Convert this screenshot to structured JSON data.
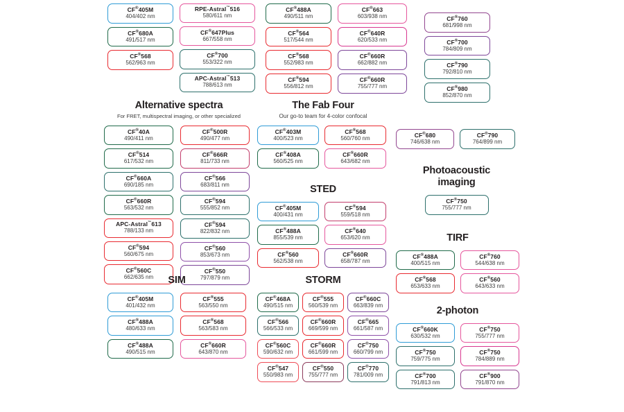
{
  "palette": {
    "blue": "#2e9bd6",
    "green": "#1f6a49",
    "teal": "#2c6f6b",
    "red": "#e8292f",
    "red_soft": "#ef4b55",
    "pink": "#e5559c",
    "magenta": "#d8368f",
    "purple": "#7d4699",
    "violet": "#8e4fa8",
    "plum": "#92458f",
    "maroon": "#8c3a5a",
    "dark_text": "#231f20",
    "sub_text": "#3b3b3b",
    "background": "#ffffff"
  },
  "sections": {
    "top_row": {
      "title": "",
      "subtitle": "",
      "columns": [
        {
          "name": "top-col-1",
          "chips": [
            {
              "name": "CF",
              "reg": "®",
              "num": "405M",
              "tm": "",
              "spec": "404/402 nm",
              "color": "#2e9bd6"
            },
            {
              "name": "CF",
              "reg": "®",
              "num": "680A",
              "tm": "",
              "spec": "491/517 nm",
              "color": "#1f6a49"
            },
            {
              "name": "CF",
              "reg": "®",
              "num": "568",
              "tm": "",
              "spec": "562/963 nm",
              "color": "#e8292f"
            }
          ]
        },
        {
          "name": "top-col-2",
          "chips": [
            {
              "name": "RPE-Astral",
              "reg": "",
              "num": "516",
              "tm": "™",
              "spec": "580/611 nm",
              "color": "#e5559c"
            },
            {
              "name": "CF",
              "reg": "®",
              "num": "647Plus",
              "tm": "",
              "spec": "667/558 nm",
              "color": "#e5559c"
            },
            {
              "name": "CF",
              "reg": "®",
              "num": "700",
              "tm": "",
              "spec": "553/322 nm",
              "color": "#2c6f6b"
            },
            {
              "name": "APC-Astral",
              "reg": "",
              "num": "513",
              "tm": "™",
              "spec": "788/613 nm",
              "color": "#2c6f6b"
            }
          ]
        },
        {
          "name": "top-col-3",
          "chips": [
            {
              "name": "CF",
              "reg": "®",
              "num": "488A",
              "tm": "",
              "spec": "490/511 nm",
              "color": "#1f6a49"
            },
            {
              "name": "CF",
              "reg": "®",
              "num": "564",
              "tm": "",
              "spec": "517/544 nm",
              "color": "#e8292f"
            },
            {
              "name": "CF",
              "reg": "®",
              "num": "568",
              "tm": "",
              "spec": "552/983 nm",
              "color": "#e8292f"
            },
            {
              "name": "CF",
              "reg": "®",
              "num": "594",
              "tm": "",
              "spec": "556/812 nm",
              "color": "#e8292f"
            }
          ]
        },
        {
          "name": "top-col-4",
          "chips": [
            {
              "name": "CF",
              "reg": "®",
              "num": "663",
              "tm": "",
              "spec": "603/938 nm",
              "color": "#e5559c"
            },
            {
              "name": "CF",
              "reg": "®",
              "num": "640R",
              "tm": "",
              "spec": "620/533 nm",
              "color": "#d8368f"
            },
            {
              "name": "CF",
              "reg": "®",
              "num": "660R",
              "tm": "",
              "spec": "662/882 nm",
              "color": "#7d4699"
            },
            {
              "name": "CF",
              "reg": "®",
              "num": "660R",
              "tm": "",
              "spec": "755/777 nm",
              "color": "#7d4699"
            }
          ]
        },
        {
          "name": "top-col-5",
          "chips": [
            {
              "name": "CF",
              "reg": "®",
              "num": "760",
              "tm": "",
              "spec": "681/998 nm",
              "color": "#92458f"
            },
            {
              "name": "CF",
              "reg": "®",
              "num": "700",
              "tm": "",
              "spec": "784/809 nm",
              "color": "#7d4699"
            },
            {
              "name": "CF",
              "reg": "®",
              "num": "790",
              "tm": "",
              "spec": "792/810 nm",
              "color": "#2c6f6b"
            },
            {
              "name": "CF",
              "reg": "®",
              "num": "980",
              "tm": "",
              "spec": "852/870 nm",
              "color": "#2c6f6b"
            }
          ]
        }
      ]
    },
    "alternative_spectra": {
      "title": "Alternative spectra",
      "subtitle": "For FRET, multispectral imaging, or other specialized",
      "columns": [
        {
          "name": "alt-col-1",
          "chips": [
            {
              "name": "CF",
              "reg": "®",
              "num": "40A",
              "tm": "",
              "spec": "490/411 nm",
              "color": "#1f6a49"
            },
            {
              "name": "CF",
              "reg": "®",
              "num": "514",
              "tm": "",
              "spec": "617/532 nm",
              "color": "#1f6a49"
            },
            {
              "name": "CF",
              "reg": "®",
              "num": "660A",
              "tm": "",
              "spec": "690/185 nm",
              "color": "#2c6f6b"
            },
            {
              "name": "CF",
              "reg": "®",
              "num": "660R",
              "tm": "",
              "spec": "563/532 nm",
              "color": "#1f6a49"
            },
            {
              "name": "APC-Astral",
              "reg": "",
              "num": "613",
              "tm": "™",
              "spec": "788/133 nm",
              "color": "#e8292f"
            },
            {
              "name": "CF",
              "reg": "®",
              "num": "594",
              "tm": "",
              "spec": "560/675 nm",
              "color": "#e8292f"
            },
            {
              "name": "CF",
              "reg": "®",
              "num": "560C",
              "tm": "",
              "spec": "662/635 nm",
              "color": "#e8292f"
            }
          ]
        },
        {
          "name": "alt-col-2",
          "chips": [
            {
              "name": "CF",
              "reg": "®",
              "num": "500R",
              "tm": "",
              "spec": "490/477 nm",
              "color": "#e8292f"
            },
            {
              "name": "CF",
              "reg": "®",
              "num": "666R",
              "tm": "",
              "spec": "811/733 nm",
              "color": "#c23c6b"
            },
            {
              "name": "CF",
              "reg": "®",
              "num": "566",
              "tm": "",
              "spec": "683/811 nm",
              "color": "#7d4699"
            },
            {
              "name": "CF",
              "reg": "®",
              "num": "594",
              "tm": "",
              "spec": "555/852 nm",
              "color": "#2c6f6b"
            },
            {
              "name": "CF",
              "reg": "®",
              "num": "594",
              "tm": "",
              "spec": "822/832 nm",
              "color": "#2c6f6b"
            },
            {
              "name": "CF",
              "reg": "®",
              "num": "560",
              "tm": "",
              "spec": "853/673 nm",
              "color": "#8e4fa8"
            },
            {
              "name": "CF",
              "reg": "®",
              "num": "550",
              "tm": "",
              "spec": "797/879 nm",
              "color": "#7d4699"
            }
          ]
        }
      ]
    },
    "fab_four": {
      "title": "The Fab Four",
      "subtitle": "Our go-to team for 4-color confocal",
      "columns": [
        {
          "name": "fab-col-1",
          "chips": [
            {
              "name": "CF",
              "reg": "®",
              "num": "403M",
              "tm": "",
              "spec": "400/523 nm",
              "color": "#2e9bd6"
            },
            {
              "name": "CF",
              "reg": "®",
              "num": "408A",
              "tm": "",
              "spec": "560/525 nm",
              "color": "#1f6a49"
            }
          ]
        },
        {
          "name": "fab-col-2",
          "chips": [
            {
              "name": "CF",
              "reg": "®",
              "num": "568",
              "tm": "",
              "spec": "560/760 nm",
              "color": "#e8292f"
            },
            {
              "name": "CF",
              "reg": "®",
              "num": "660R",
              "tm": "",
              "spec": "643/682 nm",
              "color": "#e5559c"
            }
          ]
        }
      ]
    },
    "sted": {
      "title": "STED",
      "subtitle": "",
      "columns": [
        {
          "name": "sted-col-1",
          "chips": [
            {
              "name": "CF",
              "reg": "®",
              "num": "405M",
              "tm": "",
              "spec": "400/431 nm",
              "color": "#2e9bd6"
            },
            {
              "name": "CF",
              "reg": "®",
              "num": "488A",
              "tm": "",
              "spec": "855/539 nm",
              "color": "#1f6a49"
            },
            {
              "name": "CF",
              "reg": "®",
              "num": "560",
              "tm": "",
              "spec": "562/538 nm",
              "color": "#e8292f"
            }
          ]
        },
        {
          "name": "sted-col-2",
          "chips": [
            {
              "name": "CF",
              "reg": "®",
              "num": "594",
              "tm": "",
              "spec": "559/518 nm",
              "color": "#c23c6b"
            },
            {
              "name": "CF",
              "reg": "®",
              "num": "640",
              "tm": "",
              "spec": "653/620 nm",
              "color": "#e5559c"
            },
            {
              "name": "CF",
              "reg": "®",
              "num": "660R",
              "tm": "",
              "spec": "658/787 nm",
              "color": "#7d4699"
            }
          ]
        }
      ]
    },
    "sim": {
      "title": "SIM",
      "subtitle": "",
      "columns": [
        {
          "name": "sim-col-1",
          "chips": [
            {
              "name": "CF",
              "reg": "®",
              "num": "405M",
              "tm": "",
              "spec": "401/432 nm",
              "color": "#2e9bd6"
            },
            {
              "name": "CF",
              "reg": "®",
              "num": "488A",
              "tm": "",
              "spec": "480/633 nm",
              "color": "#2e9bd6"
            },
            {
              "name": "CF",
              "reg": "®",
              "num": "488A",
              "tm": "",
              "spec": "490/515 nm",
              "color": "#1f6a49"
            }
          ]
        },
        {
          "name": "sim-col-2",
          "chips": [
            {
              "name": "CF",
              "reg": "®",
              "num": "555",
              "tm": "",
              "spec": "563/550 nm",
              "color": "#e8292f"
            },
            {
              "name": "CF",
              "reg": "®",
              "num": "568",
              "tm": "",
              "spec": "563/583 nm",
              "color": "#e8292f"
            },
            {
              "name": "CF",
              "reg": "®",
              "num": "660R",
              "tm": "",
              "spec": "643/870 nm",
              "color": "#e5559c"
            }
          ]
        }
      ]
    },
    "storm": {
      "title": "STORM",
      "subtitle": "",
      "columns": [
        {
          "name": "storm-col-1",
          "chips": [
            {
              "name": "CF",
              "reg": "®",
              "num": "468A",
              "tm": "",
              "spec": "490/515 nm",
              "color": "#1f6a49"
            },
            {
              "name": "CF",
              "reg": "®",
              "num": "566",
              "tm": "",
              "spec": "566/533 nm",
              "color": "#2c6f6b"
            },
            {
              "name": "CF",
              "reg": "®",
              "num": "560C",
              "tm": "",
              "spec": "590/632 nm",
              "color": "#ef4b55"
            },
            {
              "name": "CF",
              "reg": "®",
              "num": "547",
              "tm": "",
              "spec": "550/983 nm",
              "color": "#ef4b55"
            }
          ]
        },
        {
          "name": "storm-col-2",
          "chips": [
            {
              "name": "CF",
              "reg": "®",
              "num": "555",
              "tm": "",
              "spec": "560/539 nm",
              "color": "#e8292f"
            },
            {
              "name": "CF",
              "reg": "®",
              "num": "660R",
              "tm": "",
              "spec": "669/599 nm",
              "color": "#e8292f"
            },
            {
              "name": "CF",
              "reg": "®",
              "num": "660R",
              "tm": "",
              "spec": "661/599 nm",
              "color": "#e8292f"
            },
            {
              "name": "CF",
              "reg": "®",
              "num": "550",
              "tm": "",
              "spec": "755/777 nm",
              "color": "#8c3a5a"
            }
          ]
        },
        {
          "name": "storm-col-3",
          "chips": [
            {
              "name": "CF",
              "reg": "®",
              "num": "660C",
              "tm": "",
              "spec": "663/839 nm",
              "color": "#7d4699"
            },
            {
              "name": "CF",
              "reg": "®",
              "num": "665",
              "tm": "",
              "spec": "661/587 nm",
              "color": "#8e4fa8"
            },
            {
              "name": "CF",
              "reg": "®",
              "num": "750",
              "tm": "",
              "spec": "660/799 nm",
              "color": "#8e4fa8"
            },
            {
              "name": "CF",
              "reg": "®",
              "num": "770",
              "tm": "",
              "spec": "781/009 nm",
              "color": "#2c6f6b"
            }
          ]
        }
      ]
    },
    "right_pair": {
      "title": "",
      "subtitle": "",
      "columns": [
        {
          "name": "right-pair-col-1",
          "chips": [
            {
              "name": "CF",
              "reg": "®",
              "num": "680",
              "tm": "",
              "spec": "746/638 nm",
              "color": "#92458f"
            }
          ]
        },
        {
          "name": "right-pair-col-2",
          "chips": [
            {
              "name": "CF",
              "reg": "®",
              "num": "790",
              "tm": "",
              "spec": "764/899 nm",
              "color": "#2c6f6b"
            }
          ]
        }
      ]
    },
    "photoacoustic": {
      "title": "Photoacoustic\nimaging",
      "title_line1": "Photoacoustic",
      "title_line2": "imaging",
      "subtitle": "",
      "columns": [
        {
          "name": "photoacoustic-col-1",
          "chips": [
            {
              "name": "CF",
              "reg": "®",
              "num": "750",
              "tm": "",
              "spec": "755/777 nm",
              "color": "#2c6f6b"
            }
          ]
        }
      ]
    },
    "tirf": {
      "title": "TIRF",
      "subtitle": "",
      "columns": [
        {
          "name": "tirf-col-1",
          "chips": [
            {
              "name": "CF",
              "reg": "®",
              "num": "488A",
              "tm": "",
              "spec": "400/515 nm",
              "color": "#1f6a49"
            },
            {
              "name": "CF",
              "reg": "®",
              "num": "568",
              "tm": "",
              "spec": "653/633 nm",
              "color": "#e8292f"
            }
          ]
        },
        {
          "name": "tirf-col-2",
          "chips": [
            {
              "name": "CF",
              "reg": "®",
              "num": "760",
              "tm": "",
              "spec": "544/638 nm",
              "color": "#e5559c"
            },
            {
              "name": "CF",
              "reg": "®",
              "num": "560",
              "tm": "",
              "spec": "643/633 nm",
              "color": "#e5559c"
            }
          ]
        }
      ]
    },
    "two_photon": {
      "title": "2-photon",
      "subtitle": "",
      "columns": [
        {
          "name": "two-photon-col-1",
          "chips": [
            {
              "name": "CF",
              "reg": "®",
              "num": "660K",
              "tm": "",
              "spec": "630/532 nm",
              "color": "#2e9bd6"
            },
            {
              "name": "CF",
              "reg": "®",
              "num": "750",
              "tm": "",
              "spec": "759/775 nm",
              "color": "#2c6f6b"
            },
            {
              "name": "CF",
              "reg": "®",
              "num": "700",
              "tm": "",
              "spec": "791/813 nm",
              "color": "#2c6f6b"
            }
          ]
        },
        {
          "name": "two-photon-col-2",
          "chips": [
            {
              "name": "CF",
              "reg": "®",
              "num": "750",
              "tm": "",
              "spec": "755/777 nm",
              "color": "#e5559c"
            },
            {
              "name": "CF",
              "reg": "®",
              "num": "750",
              "tm": "",
              "spec": "784/889 nm",
              "color": "#d8368f"
            },
            {
              "name": "CF",
              "reg": "®",
              "num": "900",
              "tm": "",
              "spec": "791/870 nm",
              "color": "#92458f"
            }
          ]
        }
      ]
    }
  }
}
